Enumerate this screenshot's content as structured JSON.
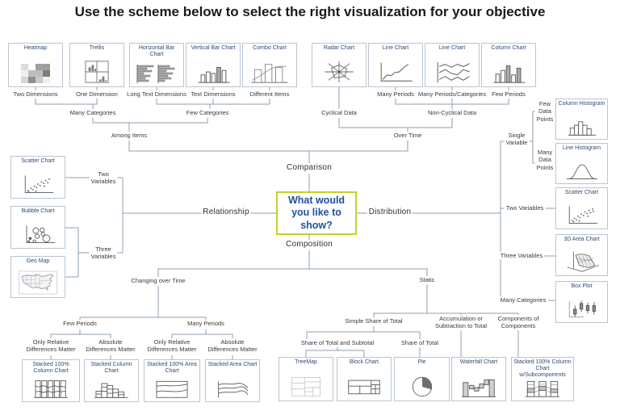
{
  "title": "Use the scheme below to select the right visualization for your objective",
  "center_question": "What would\nyou like to\nshow?",
  "colors": {
    "center_box_border": "#c4d22e",
    "center_box_text": "#2050a0",
    "chart_box_border": "#b9c6d3",
    "chart_box_title": "#2d4a7a",
    "connector_line": "#8b9fb3",
    "label_text": "#3a3a3a"
  },
  "branch_labels": {
    "comparison": "Comparison",
    "relationship": "Relationship",
    "distribution": "Distribution",
    "composition": "Composition"
  },
  "labels": {
    "two_dimensions": "Two Dimensions",
    "one_dimension": "One Dimension",
    "long_text_dimensions": "Long Text Dimensions",
    "text_dimensions": "Text Dimensions",
    "different_items": "Different Items",
    "many_periods": "Many Periods",
    "many_periods_categories": "Many Periods/Categories",
    "few_periods": "Few Periods",
    "many_categories": "Many Categories",
    "few_categories": "Few Categories",
    "cyclical_data": "Cyclical Data",
    "non_cyclical_data": "Non-Cyclical Data",
    "among_items": "Among Items",
    "over_time": "Over Time",
    "two_variables_stacked": "Two\nVariables",
    "three_variables_stacked": "Three\nVariables",
    "single_variable": "Single\nVariable",
    "few_data_points": "Few\nData\nPoints",
    "many_data_points": "Many\nData\nPoints",
    "two_variables": "Two Variables",
    "three_variables": "Three Variables",
    "changing_over_time": "Changing over Time",
    "static": "Static",
    "only_relative": "Only Relative\nDifferences Matter",
    "absolute": "Absolute\nDifferences Matter",
    "simple_share": "Simple Share of Total",
    "share_total_subtotal": "Share of Total and Subtotal",
    "share_of_total": "Share of Total",
    "accumulation": "Accumulation or\nSubtraction to Total",
    "components": "Components of\nComponents"
  },
  "boxes": {
    "heatmap": "Heatmap",
    "trellis": "Trellis",
    "horizontal_bar": "Horizontal Bar Chart",
    "vertical_bar": "Vertical Bar Chart",
    "combo": "Combo Chart",
    "radar": "Radar Chart",
    "line_single": "Line Chart",
    "line_multi": "Line Chart",
    "column": "Column Chart",
    "column_histogram": "Column Histogram",
    "line_histogram": "Line Histogram",
    "scatter_right": "Scatter Chart",
    "area_3d": "3D Area Chart",
    "box_plot": "Box Plot",
    "scatter_left": "Scatter Chart",
    "bubble": "Bubble Chart",
    "geo_map": "Geo Map",
    "stacked_100_column": "Stacked 100% Column Chart",
    "stacked_column": "Stacked Column Chart",
    "stacked_100_area": "Stacked 100% Area Chart",
    "stacked_area": "Stacked Area Chart",
    "treemap": "TreeMap",
    "block": "Block Chart",
    "pie": "Pie",
    "waterfall": "Waterfall Chart",
    "stacked_100_sub": "Stacked 100% Column Chart w/Subcomponents"
  }
}
